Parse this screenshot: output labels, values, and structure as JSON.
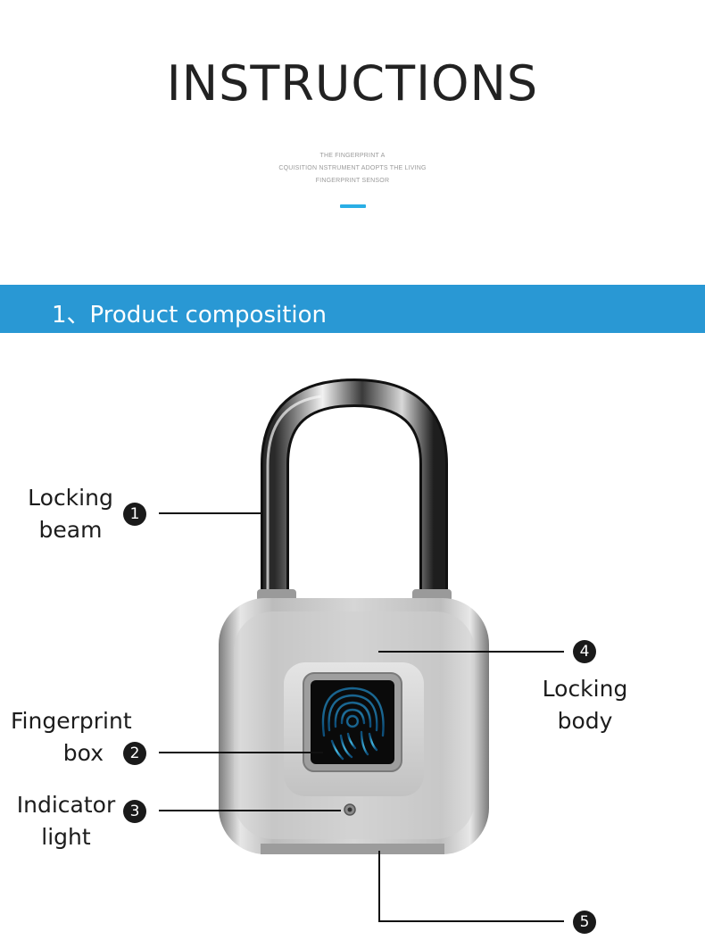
{
  "header": {
    "title": "INSTRUCTIONS",
    "subtitle_lines": [
      "THE FINGERPRINT A",
      "CQUISITION NSTRUMENT ADOPTS THE LIVING",
      "FINGERPRINT SENSOR"
    ],
    "accent_color": "#29aee5"
  },
  "section": {
    "title": "1、Product composition",
    "banner_color": "#2998d4"
  },
  "callouts": [
    {
      "number": "1",
      "label_lines": [
        "Locking",
        "beam"
      ]
    },
    {
      "number": "2",
      "label_lines": [
        "Fingerprint",
        "box"
      ]
    },
    {
      "number": "3",
      "label_lines": [
        "Indicator",
        "light"
      ]
    },
    {
      "number": "4",
      "label_lines": [
        "Locking",
        "body"
      ]
    },
    {
      "number": "5",
      "label_lines": []
    }
  ],
  "product_image": {
    "icon": "fingerprint-padlock-image",
    "body_color": "#c9c9c9",
    "sensor_color": "#2bb6e8"
  }
}
